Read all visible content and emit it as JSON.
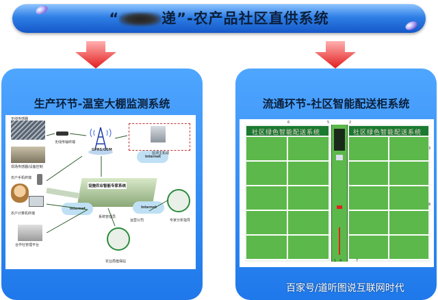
{
  "banner": {
    "title_open": "“",
    "title_obscured": "***",
    "title_mid": "递”",
    "title_rest": "-农产品社区直供系统"
  },
  "left_panel": {
    "title": "生产环节-温室大棚监测系统",
    "labels": {
      "wireless_sensor": "无线传感器",
      "wireless_transmit": "无线传输终端",
      "field_sensor": "现场传感器/设备控制",
      "gprs": "GPRS/GSM",
      "internet_top": "Internet",
      "monitor_host": "监测主机端",
      "farmer_phone": "农户手机终端",
      "expert_system": "设施农业智能专家系统",
      "internet_left": "Internet",
      "internet_right": "Internet",
      "farmer_pc": "农户计算机终端",
      "system_mgmt": "系统管理员",
      "supervisor": "运营公司",
      "expert_guide": "专家分析指导",
      "coop_platform": "合作社管理平台",
      "agri_station": "农业局植保站"
    }
  },
  "right_panel": {
    "title": "流通环节-社区智能配送柜系统",
    "locker_left_label": "社区绿色智能配送系统",
    "locker_right_label": "社区绿色智能配送系统",
    "callouts": [
      "6",
      "5",
      "2",
      "3",
      "8",
      "1",
      "4",
      "7"
    ]
  },
  "watermark": "百家号/道听图说互联网时代",
  "colors": {
    "banner": "#2e7fe6",
    "panel": "#1f78ea",
    "locker_green": "#5cb84a",
    "locker_label_bg": "#1a7a30",
    "arrow": "#e83030"
  }
}
